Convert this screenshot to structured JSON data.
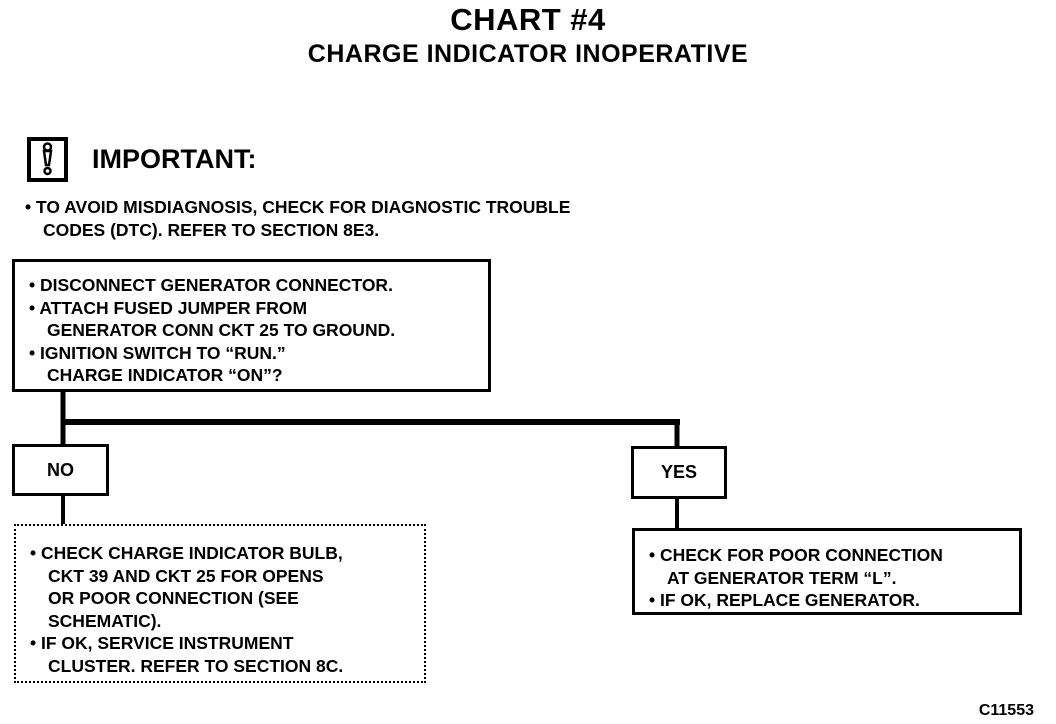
{
  "header": {
    "title": "CHART #4",
    "subtitle": "CHARGE INDICATOR INOPERATIVE"
  },
  "important": {
    "icon": "exclamation-icon",
    "label": "IMPORTANT:",
    "note_lines": [
      "• TO AVOID MISDIAGNOSIS, CHECK FOR DIAGNOSTIC TROUBLE",
      "CODES (DTC). REFER TO SECTION 8E3."
    ]
  },
  "start_box": {
    "lines": [
      "• DISCONNECT GENERATOR CONNECTOR.",
      "• ATTACH FUSED JUMPER FROM",
      "GENERATOR CONN CKT 25 TO GROUND.",
      "• IGNITION SWITCH TO “RUN.”",
      "CHARGE INDICATOR “ON”?"
    ]
  },
  "branches": {
    "no_label": "NO",
    "yes_label": "YES"
  },
  "no_box": {
    "lines": [
      "• CHECK CHARGE INDICATOR BULB,",
      "CKT 39 AND CKT 25 FOR OPENS",
      "OR POOR CONNECTION (SEE",
      "SCHEMATIC).",
      "• IF OK, SERVICE INSTRUMENT",
      "CLUSTER. REFER TO SECTION 8C."
    ]
  },
  "yes_box": {
    "lines": [
      "• CHECK FOR POOR CONNECTION",
      "AT GENERATOR TERM “L”.",
      "• IF OK, REPLACE GENERATOR."
    ]
  },
  "figure_code": "C11553"
}
